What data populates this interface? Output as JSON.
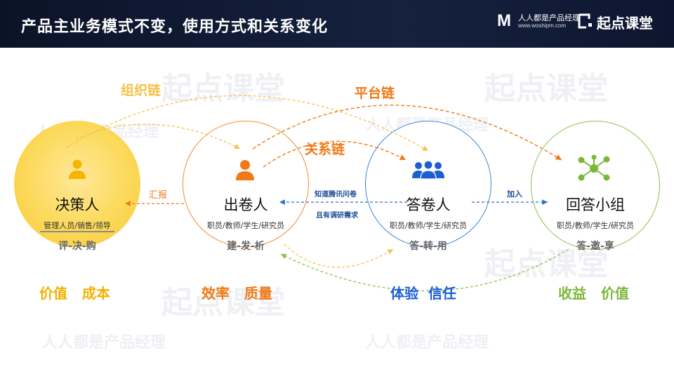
{
  "header": {
    "title": "产品主业务模式不变，使用方式和关系变化",
    "brand_primary": {
      "logo_letter": "M",
      "name": "人人都是产品经理",
      "url": "www.woshipm.com"
    },
    "brand_secondary": {
      "name": "起点课堂"
    }
  },
  "watermark": {
    "text": "起点课堂",
    "text_small": "人人都是产品经理"
  },
  "links": {
    "organization_chain": "组织链",
    "platform_chain": "平台链",
    "relationship_chain": "关系链",
    "report": "汇报",
    "know_line1": "知道腾讯问卷",
    "know_line2": "且有调研需求",
    "join": "加入"
  },
  "nodes": [
    {
      "name": "决策人",
      "roles": "管理人员/销售/领导",
      "verbs": "评-决-购",
      "icon": "person-icon",
      "color": "#f5b400"
    },
    {
      "name": "出卷人",
      "roles": "职员/教师/学生/研究员",
      "verbs": "建-发-析",
      "icon": "person-icon",
      "color": "#ef7a17"
    },
    {
      "name": "答卷人",
      "roles": "职员/教师/学生/研究员",
      "verbs": "答-转-用",
      "icon": "group-icon",
      "color": "#1b5fd1"
    },
    {
      "name": "回答小组",
      "roles": "职员/教师/学生/研究员",
      "verbs": "答-邀-享",
      "icon": "network-icon",
      "color": "#7bb83a"
    }
  ],
  "values": [
    {
      "a": "价值",
      "b": "成本",
      "color": "#f2b200"
    },
    {
      "a": "效率",
      "b": "质量",
      "color": "#ef7a17"
    },
    {
      "a": "体验",
      "b": "信任",
      "color": "#1b5fd1"
    },
    {
      "a": "收益",
      "b": "价值",
      "color": "#7bb83a"
    }
  ],
  "colors": {
    "org_chain": "#f5c24a",
    "platform_chain": "#ef7a17",
    "relationship_chain": "#ef7a17",
    "report": "#ef7a17",
    "know": "#2f6fc8",
    "join": "#2f6fc8",
    "header_bg": "#111a33"
  }
}
